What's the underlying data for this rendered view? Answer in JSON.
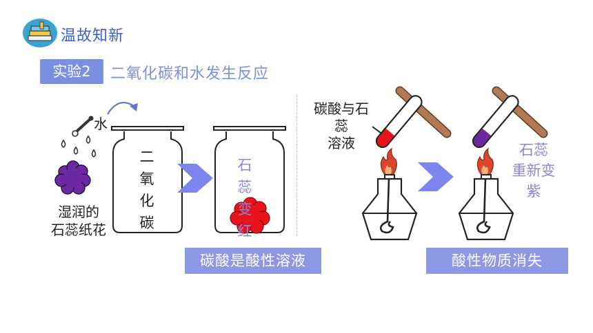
{
  "header": {
    "title": "温故知新",
    "icon": "books-icon"
  },
  "experiment": {
    "badge": "实验2",
    "title": "二氧化碳和水发生反应"
  },
  "left_scene": {
    "water_label": "水",
    "flower_caption_line1": "湿润的",
    "flower_caption_line2": "石蕊纸花",
    "jar1_text": [
      "二",
      "氧",
      "化",
      "碳"
    ],
    "jar2_text": [
      "石",
      "蕊",
      "变",
      "红"
    ],
    "conclusion": "碳酸是酸性溶液"
  },
  "right_scene": {
    "tube_label_line1": "碳酸与石",
    "tube_label_line2": "蕊",
    "tube_label_line3": "溶液",
    "result_line1": "石蕊",
    "result_line2": "重新变",
    "result_line3": "紫",
    "conclusion": "酸性物质消失"
  },
  "colors": {
    "accent_blue": "#3a5fd0",
    "badge": "#7b8fe0",
    "banner": "#8e97e3",
    "arrow": "#7d86ef",
    "litmus_purple": "#6b2aa1",
    "litmus_red": "#e8141c",
    "clamp_brown": "#b07a55",
    "flame": "#d9462a"
  }
}
